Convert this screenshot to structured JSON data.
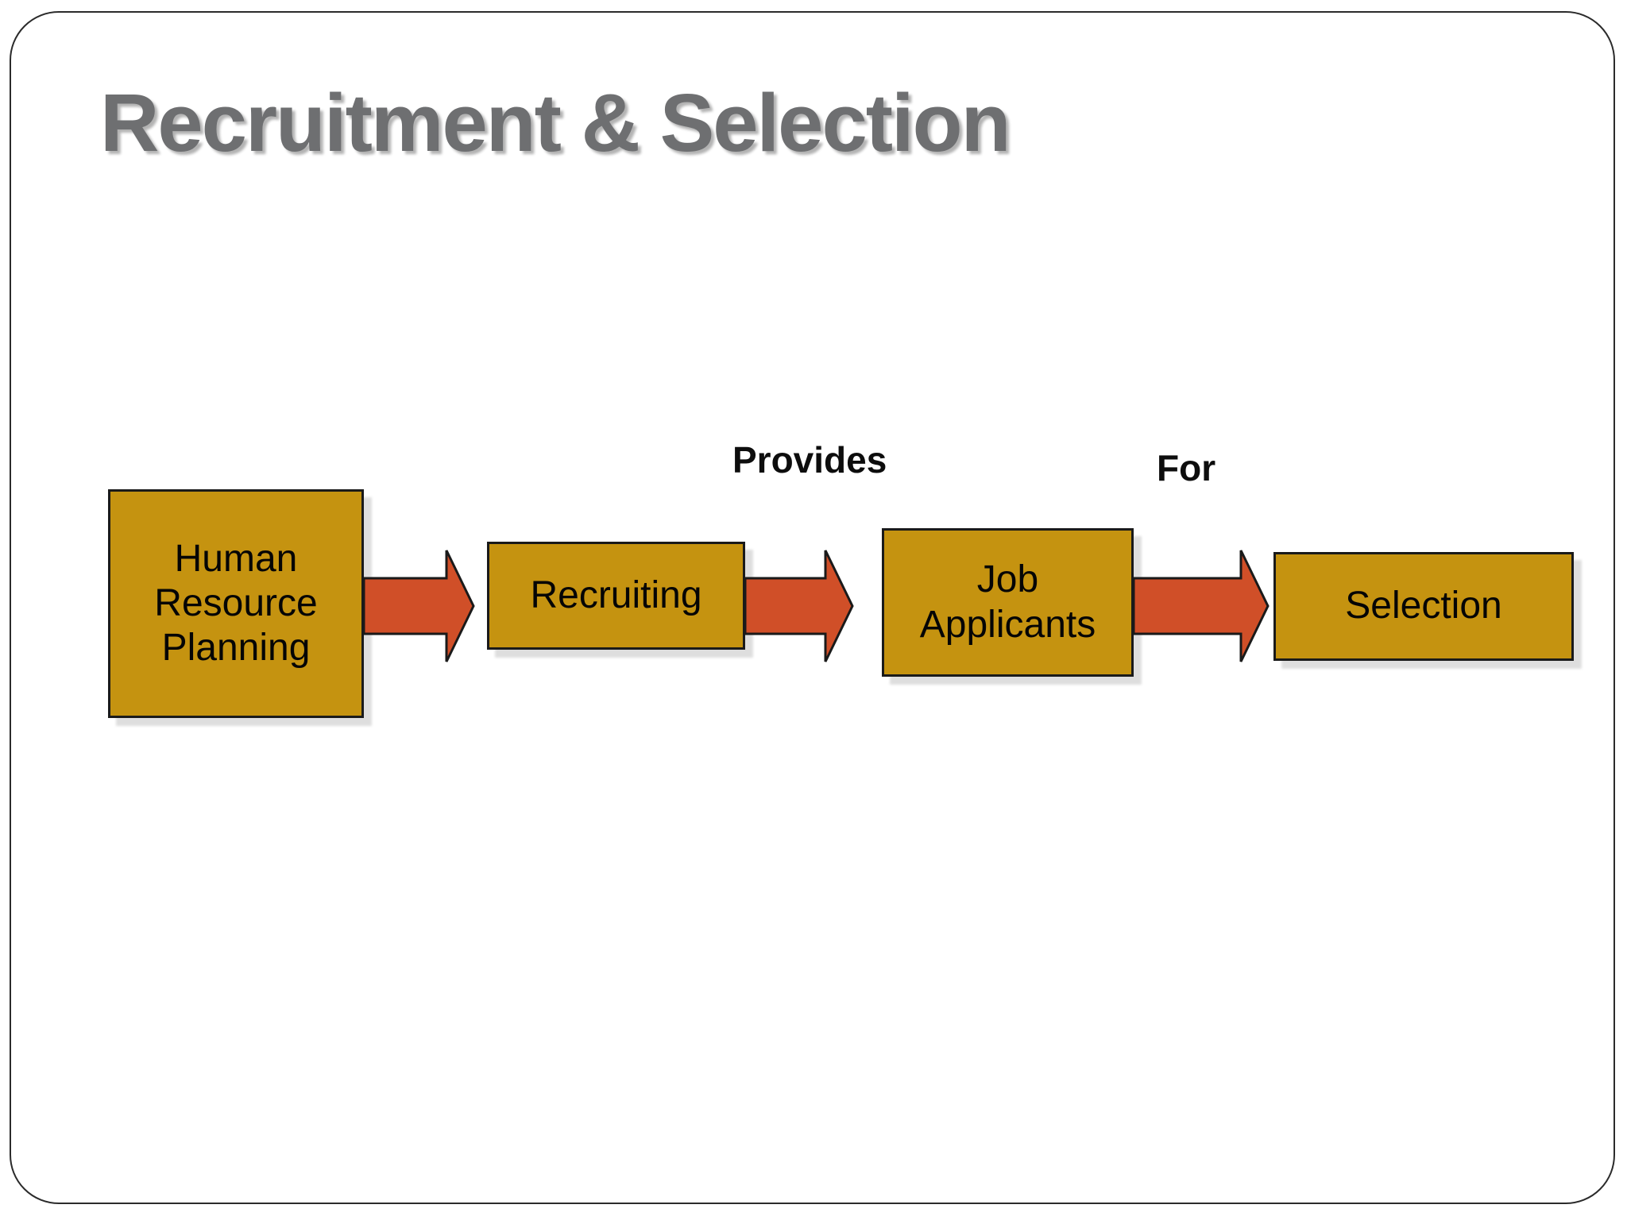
{
  "title": "Recruitment & Selection",
  "boxes": [
    {
      "label": "Human Resource Planning"
    },
    {
      "label": "Recruiting"
    },
    {
      "label": "Job Applicants"
    },
    {
      "label": "Selection"
    }
  ],
  "labels": [
    {
      "text": "Provides"
    },
    {
      "text": "For"
    }
  ],
  "colors": {
    "box_fill": "#C59310",
    "box_border": "#1a1a1a",
    "arrow_fill": "#D04F28",
    "arrow_border": "#1a1a1a",
    "title_color": "#6e6f71",
    "label_color": "#0d0d0d",
    "text_color": "#050505",
    "frame_border": "#2b2b2b"
  }
}
